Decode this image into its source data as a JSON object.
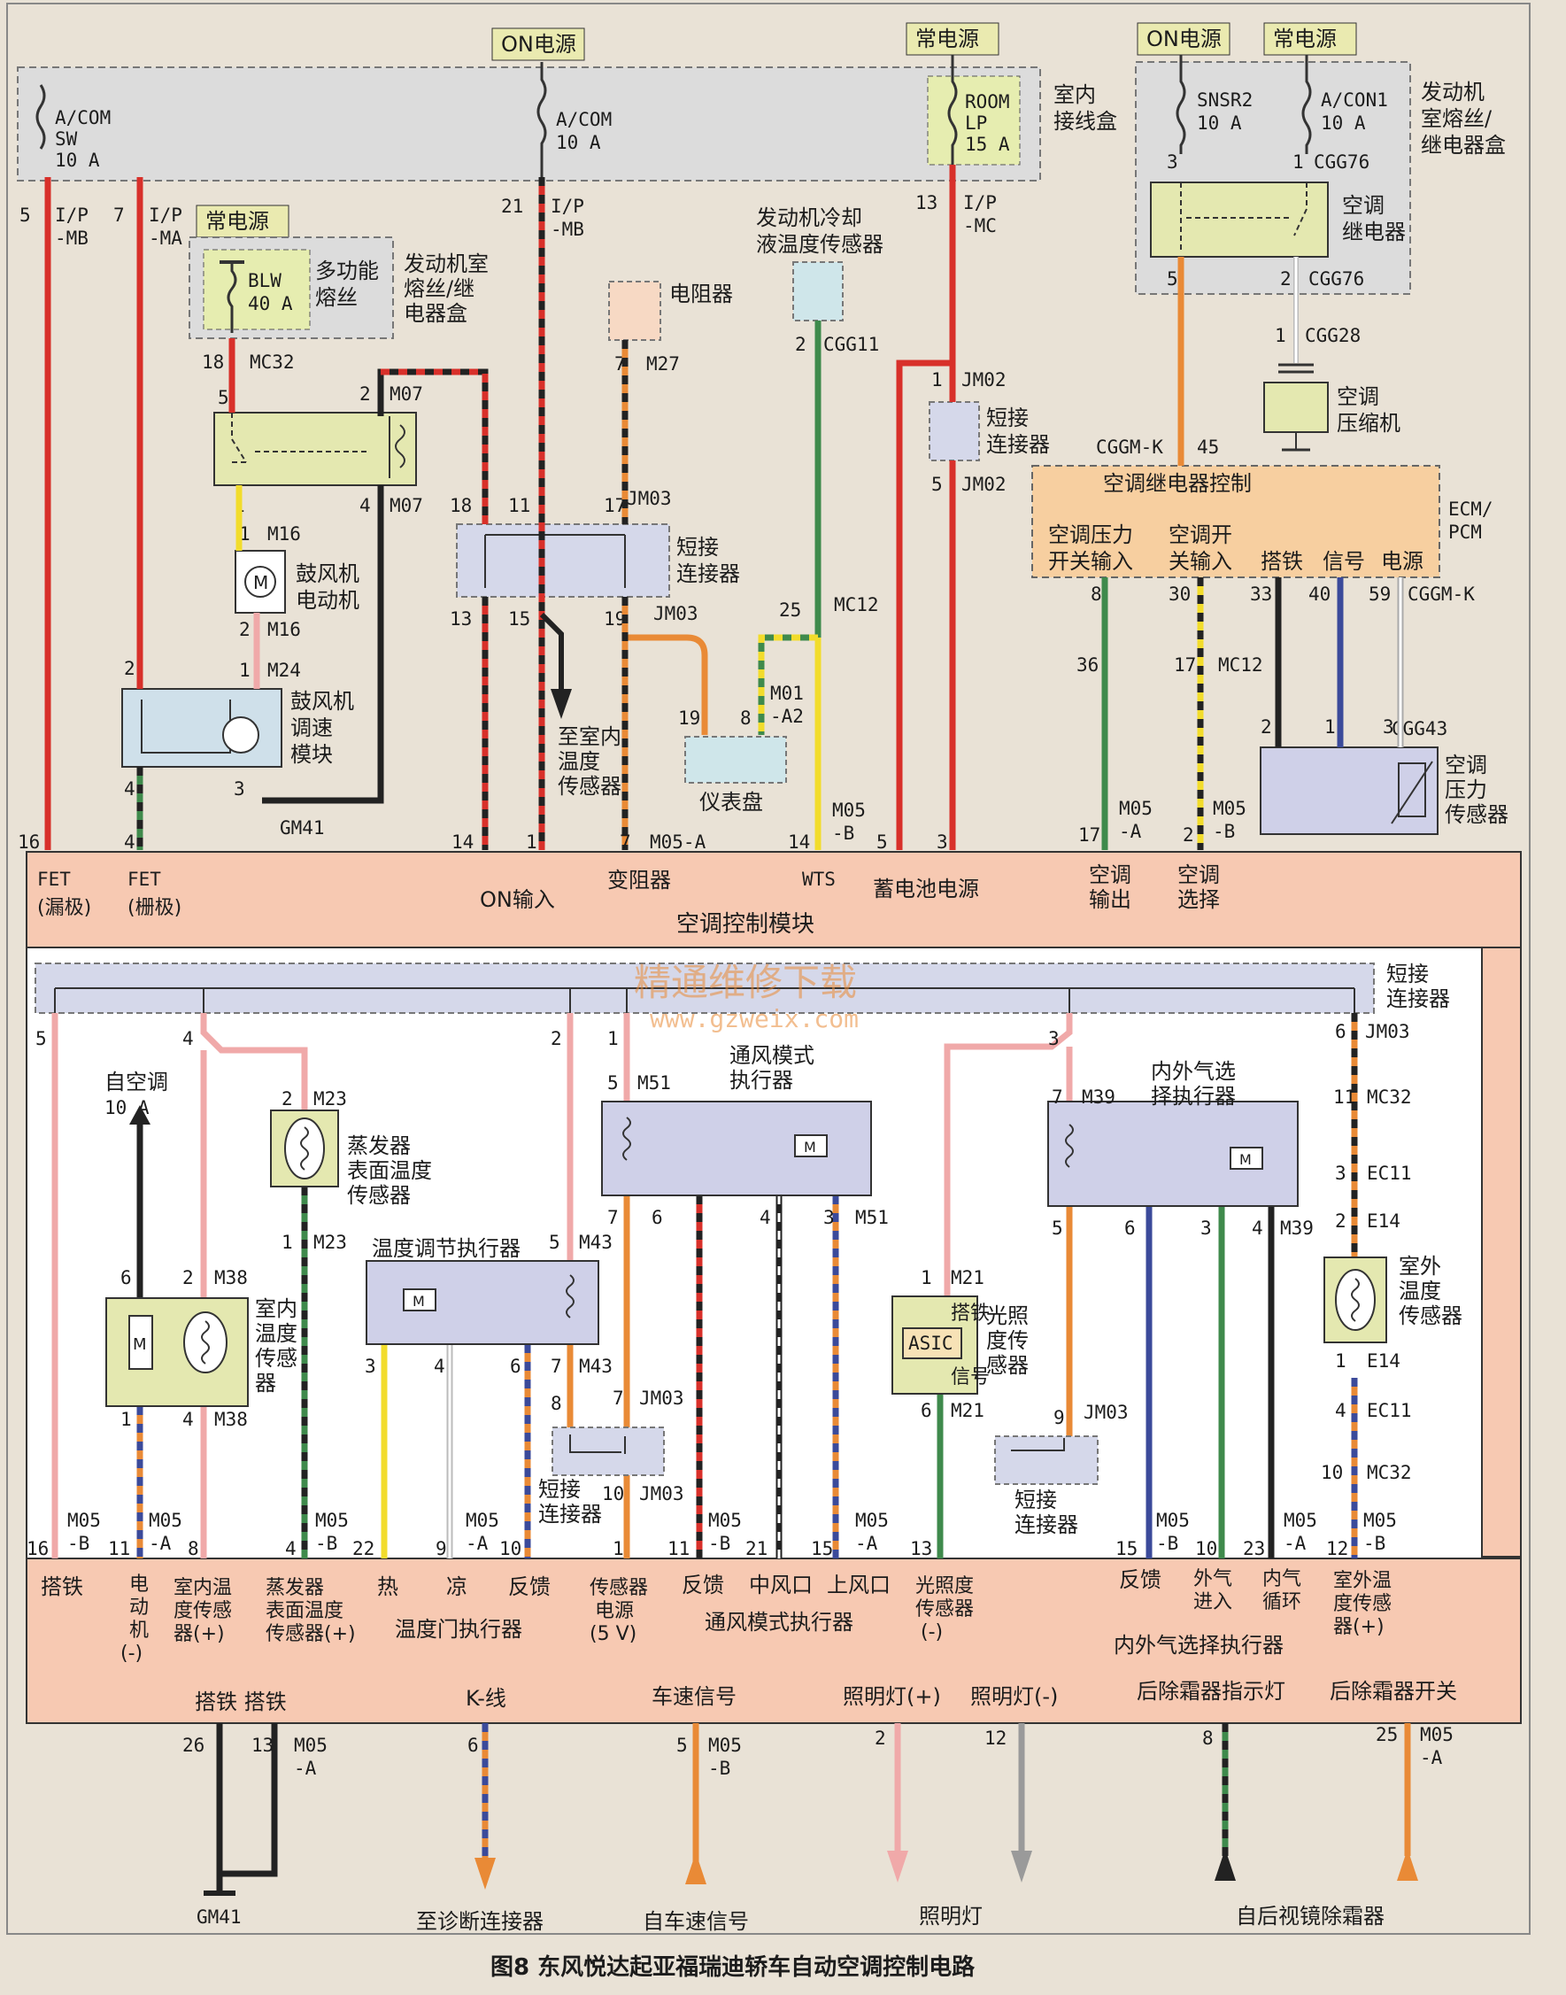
{
  "caption": "图8 东风悦达起亚福瑞迪轿车自动空调控制电路",
  "watermark": {
    "line1": "精通维修下载",
    "line2": "www.gzweix.com"
  },
  "power": {
    "on": "ON电源",
    "const": "常电源"
  },
  "junction_box": {
    "label": [
      "室内",
      "接线盒"
    ]
  },
  "engine_box": {
    "label": [
      "发动机",
      "室熔丝/",
      "继电器盒"
    ]
  },
  "engine_fuse_box2": {
    "label": [
      "发动机室",
      "熔丝/继",
      "电器盒"
    ]
  },
  "fuses": {
    "acom_sw": [
      "A/COM",
      "SW",
      "10 A"
    ],
    "acom": [
      "A/COM",
      "10 A"
    ],
    "room": [
      "ROOM",
      "LP",
      "15 A"
    ],
    "snsr2": [
      "SNSR2",
      "10 A"
    ],
    "acon1": [
      "A/CON1",
      "10 A"
    ],
    "blw": [
      "BLW",
      "40 A"
    ],
    "blw_label": [
      "多功能",
      "熔丝"
    ],
    "auto_ac": [
      "自空调",
      "10 A"
    ]
  },
  "components": {
    "resistor": "电阻器",
    "coolant_sensor": [
      "发动机冷却",
      "液温度传感器"
    ],
    "short_conn": [
      "短接",
      "连接器"
    ],
    "ac_relay": [
      "空调",
      "继电器"
    ],
    "compressor": [
      "空调",
      "压缩机"
    ],
    "blower_motor": [
      "鼓风机",
      "电动机"
    ],
    "blower_speed": [
      "鼓风机",
      "调速",
      "模块"
    ],
    "to_incar": [
      "至室内",
      "温度",
      "传感器"
    ],
    "cluster": "仪表盘",
    "ecm_title": "空调继电器控制",
    "ecm_name": [
      "ECM/",
      "PCM"
    ],
    "ecm_pins": [
      "空调压力",
      "开关输入",
      "空调开",
      "关输入",
      "搭铁",
      "信号",
      "电源"
    ],
    "pressure_sensor": [
      "空调",
      "压力",
      "传感器"
    ],
    "module": "空调控制模块",
    "evap_sensor": [
      "蒸发器",
      "表面温度",
      "传感器"
    ],
    "temp_actuator": "温度调节执行器",
    "mode_actuator": [
      "通风模式",
      "执行器"
    ],
    "intake_actuator": [
      "内外气选",
      "择执行器"
    ],
    "incar_sensor": [
      "室内",
      "温度",
      "传感",
      "器"
    ],
    "photo_sensor": [
      "光照",
      "度传",
      "感器"
    ],
    "asic": [
      "搭铁",
      "ASIC",
      "信号"
    ],
    "ambient_sensor": [
      "室外",
      "温度",
      "传感器"
    ]
  },
  "module_top_labels": {
    "fet_s": [
      "FET",
      "(漏极)"
    ],
    "fet_g": [
      "FET",
      "(栅极)"
    ],
    "on_input": "ON输入",
    "rheostat": "变阻器",
    "wts": "WTS",
    "battery": "蓄电池电源",
    "ac_out": [
      "空调",
      "输出"
    ],
    "ac_sel": [
      "空调",
      "选择"
    ]
  },
  "module_bottom_labels": {
    "gnd": "搭铁",
    "motor": [
      "电",
      "动",
      "机",
      "(-)"
    ],
    "incar": [
      "室内温",
      "度传感",
      "器(+)"
    ],
    "evap": [
      "蒸发器",
      "表面温度",
      "传感器(+)"
    ],
    "hot": "热",
    "cool": "凉",
    "fb": "反馈",
    "temp_door": "温度门执行器",
    "sensor_pwr": [
      "传感器",
      "电源",
      "(5 V)"
    ],
    "mode_fb": "反馈",
    "mid": "中风口",
    "up": "上风口",
    "mode_act": "通风模式执行器",
    "photo": [
      "光照度",
      "传感器",
      "(-)"
    ],
    "in_fb": "反馈",
    "outside": [
      "外气",
      "进入"
    ],
    "recirc": [
      "内气",
      "循环"
    ],
    "intake_act": "内外气选择执行器",
    "ambient": [
      "室外温",
      "度传感",
      "器(+)"
    ],
    "gnd2": "搭铁 搭铁",
    "kline": "K-线",
    "speed": "车速信号",
    "illum_p": "照明灯(+)",
    "illum_n": "照明灯(-)",
    "defog_ind": "后除霜器指示灯",
    "defog_sw": "后除霜器开关"
  },
  "bottom_targets": {
    "gm41": "GM41",
    "diag": "至诊断连接器",
    "speed": "自车速信号",
    "illum": "照明灯",
    "mirror": "自后视镜除霜器"
  },
  "conn": {
    "ip_mb": [
      "I/P",
      "-MB"
    ],
    "ip_ma": [
      "I/P",
      "-MA"
    ],
    "ip_mc": [
      "I/P",
      "-MC"
    ],
    "mc32": "MC32",
    "m07": "M07",
    "m16": "M16",
    "m24": "M24",
    "gm41": "GM41",
    "m27": "M27",
    "jm03": "JM03",
    "jm02": "JM02",
    "cgg11": "CGG11",
    "mc12": "MC12",
    "m01": [
      "M01",
      "-A2"
    ],
    "m05a": [
      "M05",
      "-A"
    ],
    "m05b": [
      "M05",
      "-B"
    ],
    "m05_a": "M05-A",
    "cgg76": "CGG76",
    "cgg28": "CGG28",
    "cggmk": "CGGM-K",
    "cgg43": "CGG43",
    "m23": "M23",
    "m38": "M38",
    "m43": "M43",
    "m51": "M51",
    "m39": "M39",
    "m21": "M21",
    "ec11": "EC11",
    "e14": "E14"
  },
  "colors": {
    "red": "#d8302a",
    "orange": "#e98a36",
    "green": "#3f8a4c",
    "black": "#222222",
    "yellow": "#f2dc2c",
    "pink": "#f0a9a9",
    "blue": "#3b4a9a",
    "gray": "#9a9a9a",
    "module": "#f7c9b2",
    "relay": "#e4e4c0",
    "shortc": "#d5d8ea"
  }
}
